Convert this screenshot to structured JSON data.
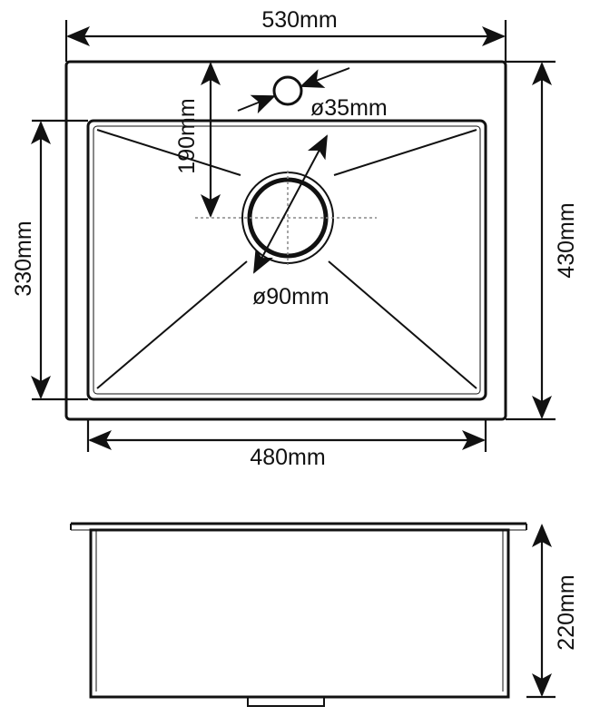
{
  "top_view": {
    "width_outer": "530mm",
    "depth_outer": "430mm",
    "width_inner": "480mm",
    "depth_inner": "330mm",
    "drain_offset": "190mm",
    "faucet_hole": "ø35mm",
    "drain_diameter": "ø90mm"
  },
  "side_view": {
    "height": "220mm"
  },
  "colors": {
    "line": "#111111",
    "background": "#ffffff"
  }
}
